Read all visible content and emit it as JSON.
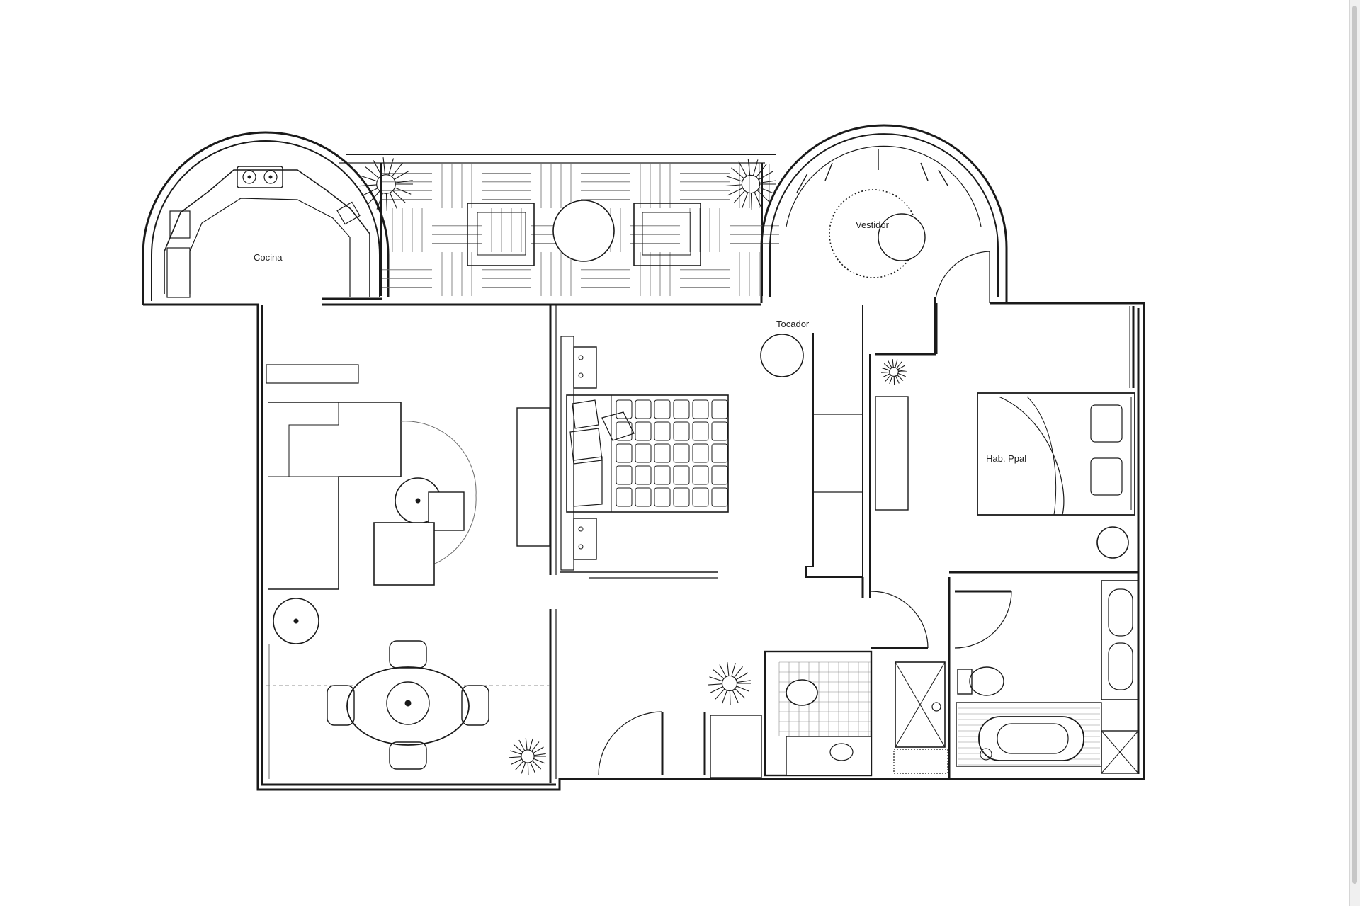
{
  "plan": {
    "labels": {
      "cocina": "Cocina",
      "vestidor": "Vestidor",
      "tocador": "Tocador",
      "hab_ppal": "Hab. Ppal"
    }
  },
  "colors": {
    "line": "#1a1a1a",
    "fine": "#6b6b6b",
    "paper": "#ffffff"
  }
}
